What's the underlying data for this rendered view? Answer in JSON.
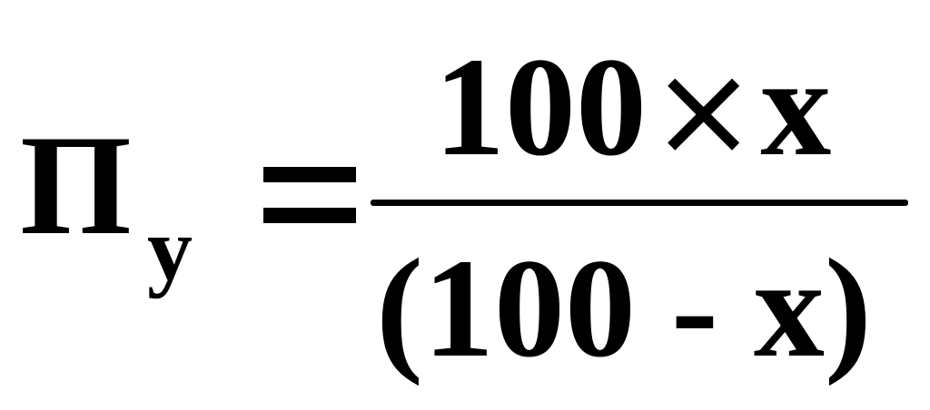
{
  "formula": {
    "lhs_symbol": "П",
    "lhs_subscript": "у",
    "equals": "=",
    "numerator": {
      "a": "100",
      "op": "×",
      "b": "x"
    },
    "denominator": "(100 - x)"
  }
}
